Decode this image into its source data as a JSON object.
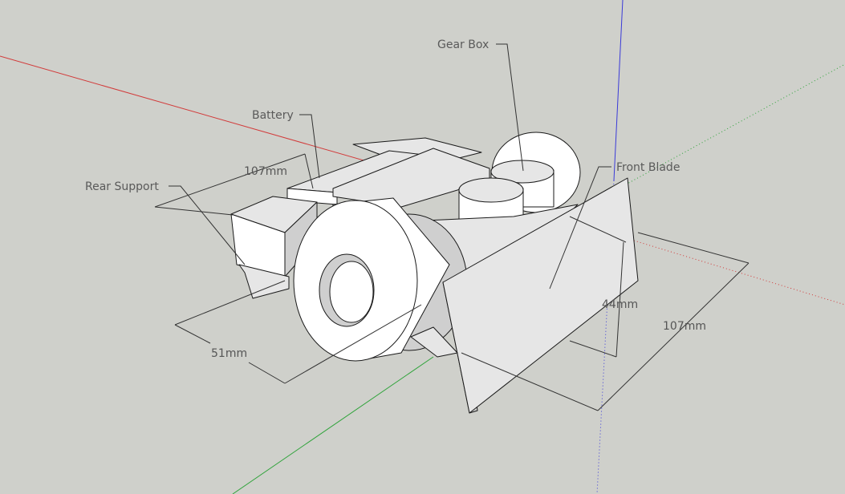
{
  "viewport": {
    "background_color": "#cfd0cb",
    "axis_colors": {
      "red_axis": "#d23a3a",
      "green_axis": "#2fa33a",
      "blue_axis": "#3a3ad8"
    }
  },
  "model": {
    "face_light": "#ffffff",
    "face_mid": "#e6e6e6",
    "face_shade": "#cfcfcf",
    "edge_color": "#1a1a1a"
  },
  "labels": {
    "gear_box": "Gear Box",
    "battery": "Battery",
    "rear_support": "Rear Support",
    "front_blade": "Front Blade"
  },
  "dimensions": {
    "rear_width": "107mm",
    "front_width": "107mm",
    "wheel_width": "51mm",
    "blade_height": "44mm"
  }
}
